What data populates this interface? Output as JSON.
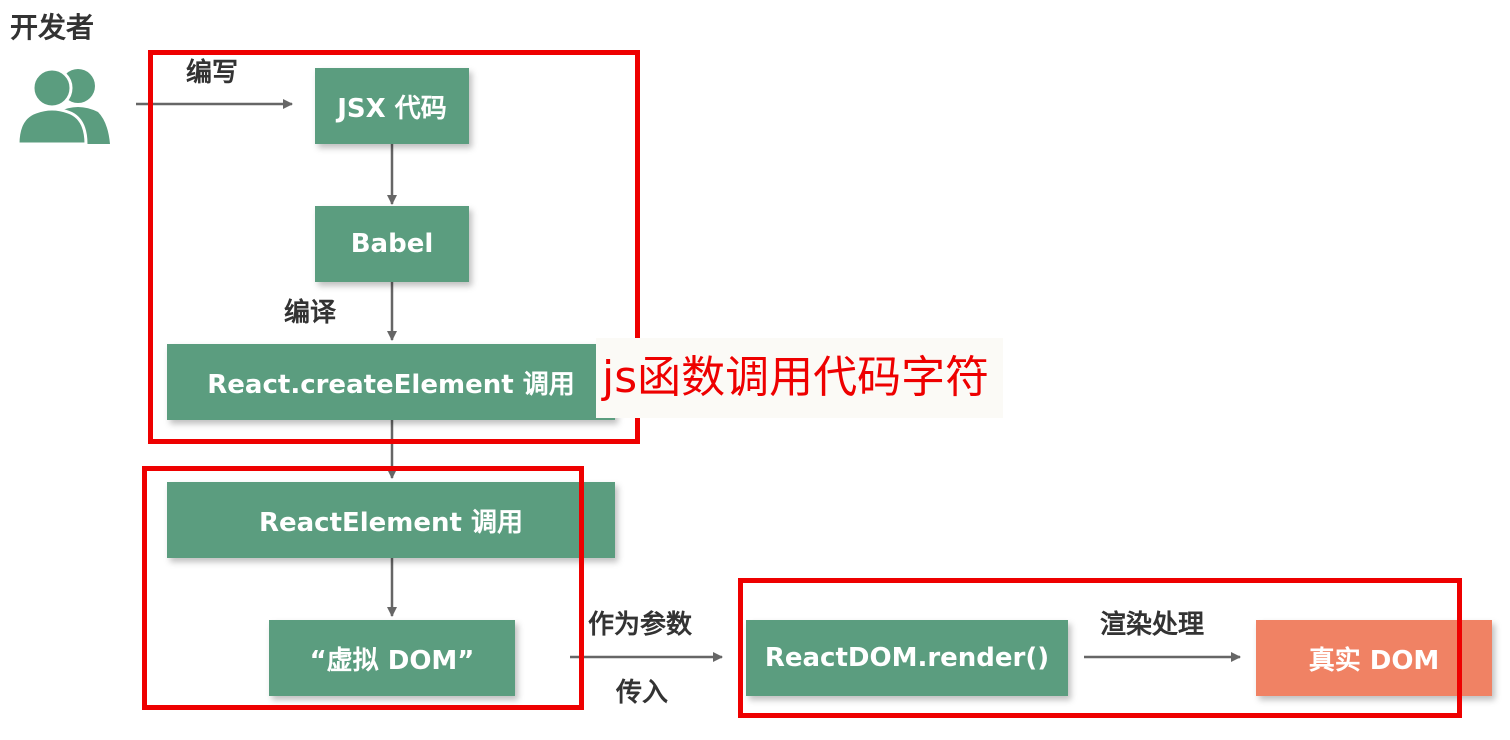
{
  "developer": {
    "title": "开发者",
    "icon": "users-icon"
  },
  "edge_labels": {
    "write": "编写",
    "compile": "编译",
    "as_param": "作为参数",
    "pass_in": "传入",
    "render": "渲染处理"
  },
  "nodes": {
    "jsx": "JSX 代码",
    "babel": "Babel",
    "create_element": "React.createElement 调用",
    "react_element": "ReactElement 调用",
    "virtual_dom": "“虚拟 DOM”",
    "react_dom_render": "ReactDOM.render()",
    "real_dom": "真实 DOM"
  },
  "annotation": "js函数调用代码字符",
  "colors": {
    "node_green": "#5b9d7f",
    "node_orange": "#f08264",
    "highlight_red": "#ee0000",
    "arrow_gray": "#666666",
    "text_dark": "#333333"
  }
}
